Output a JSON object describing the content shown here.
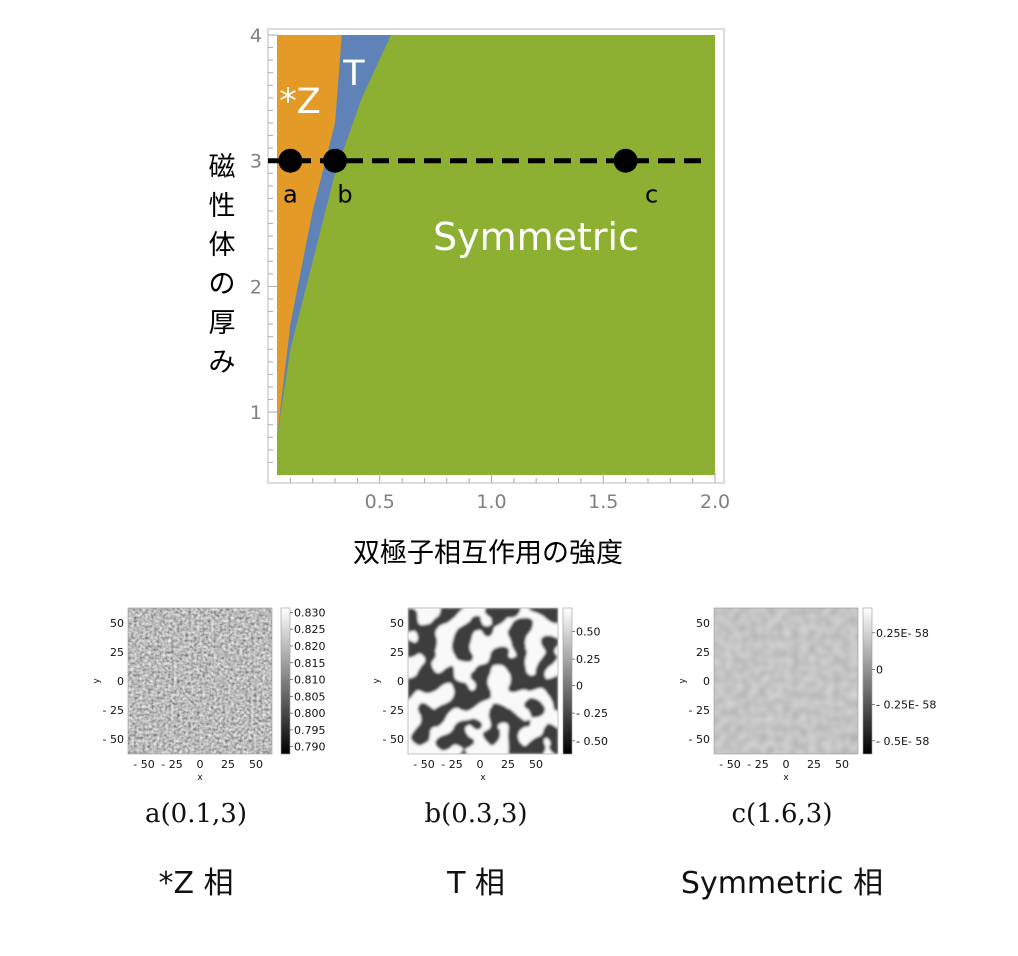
{
  "chart_data": {
    "type": "area",
    "xlabel": "双極子相互作用の強度",
    "ylabel": "磁性体の厚み",
    "xlim": [
      0,
      2.0
    ],
    "ylim": [
      0.5,
      4
    ],
    "x_ticks": [
      "0.5",
      "1.0",
      "1.5",
      "2.0"
    ],
    "y_ticks": [
      "1",
      "2",
      "3",
      "4"
    ],
    "regions": [
      {
        "name": "*Z",
        "color": "#E39A27"
      },
      {
        "name": "T",
        "color": "#5F82B8"
      },
      {
        "name": "Symmetric",
        "color": "#8DB033"
      }
    ],
    "boundaries": {
      "z_t": [
        [
          0.03,
          0.8
        ],
        [
          0.1,
          1.7
        ],
        [
          0.2,
          2.6
        ],
        [
          0.3,
          3.3
        ],
        [
          0.33,
          4.0
        ]
      ],
      "t_sym": [
        [
          0.03,
          0.8
        ],
        [
          0.1,
          1.5
        ],
        [
          0.2,
          2.2
        ],
        [
          0.3,
          2.9
        ],
        [
          0.42,
          3.5
        ],
        [
          0.55,
          4.0
        ]
      ]
    },
    "cut_line_y": 3,
    "points": [
      {
        "label": "a",
        "x": 0.1,
        "y": 3
      },
      {
        "label": "b",
        "x": 0.3,
        "y": 3
      },
      {
        "label": "c",
        "x": 1.6,
        "y": 3
      }
    ]
  },
  "panels": [
    {
      "caption": "a(0.1,3)",
      "phase": "*Z 相",
      "colorbar_ticks": [
        "0.830",
        "0.825",
        "0.820",
        "0.815",
        "0.810",
        "0.805",
        "0.800",
        "0.795",
        "0.790"
      ],
      "x_ticks": [
        "- 50",
        "- 25",
        "0",
        "25",
        "50"
      ],
      "y_ticks": [
        "50",
        "25",
        "0",
        "- 25",
        "- 50"
      ],
      "xlabel": "x",
      "ylabel": "y"
    },
    {
      "caption": "b(0.3,3)",
      "phase": "T 相",
      "colorbar_ticks": [
        "0.50",
        "0.25",
        "0",
        "- 0.25",
        "- 0.50"
      ],
      "x_ticks": [
        "- 50",
        "- 25",
        "0",
        "25",
        "50"
      ],
      "y_ticks": [
        "50",
        "25",
        "0",
        "- 25",
        "- 50"
      ],
      "xlabel": "x",
      "ylabel": "y"
    },
    {
      "caption": "c(1.6,3)",
      "phase": "Symmetric 相",
      "colorbar_ticks": [
        "0.25E- 58",
        "0",
        "- 0.25E- 58",
        "- 0.5E- 58"
      ],
      "x_ticks": [
        "- 50",
        "- 25",
        "0",
        "25",
        "50"
      ],
      "y_ticks": [
        "50",
        "25",
        "0",
        "- 25",
        "- 50"
      ],
      "xlabel": "x",
      "ylabel": "y"
    }
  ]
}
